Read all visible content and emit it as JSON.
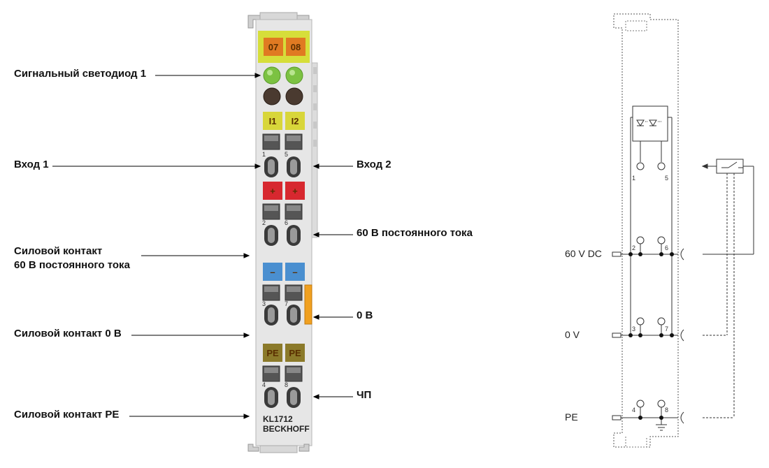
{
  "callouts": {
    "signal_led_1": "Сигнальный светодиод 1",
    "input_1": "Вход 1",
    "input_2": "Вход 2",
    "dc_60v": "60 В постоянного тока",
    "power_contact_60v_line1": "Силовой контакт",
    "power_contact_60v_line2": "60 В постоянного тока",
    "zero_v": "0 В",
    "power_contact_0v": "Силовой контакт 0 В",
    "pe": "ЧП",
    "power_contact_pe": "Силовой контакт PE"
  },
  "terminal": {
    "tag_left": "07",
    "tag_right": "08",
    "input_left": "I1",
    "input_right": "I2",
    "plus": "+",
    "minus": "–",
    "pe_left": "PE",
    "pe_right": "PE",
    "model": "KL1712",
    "brand": "BECKHOFF",
    "pins": [
      "1",
      "5",
      "2",
      "6",
      "3",
      "7",
      "4",
      "8"
    ],
    "colors": {
      "top_bar": "#d6de3a",
      "tag": "#e07a22",
      "led_green": "#7cc242",
      "led_dark": "#4a3a30",
      "input_label": "#d8d63a",
      "plus": "#d7282f",
      "minus": "#4a8fd0",
      "pe": "#8b7a2a",
      "body": "#e6e6e6"
    }
  },
  "schematic": {
    "label_60v": "60 V DC",
    "label_0v": "0 V",
    "label_pe": "PE",
    "pins": [
      "1",
      "5",
      "2",
      "6",
      "3",
      "7",
      "4",
      "8"
    ]
  }
}
